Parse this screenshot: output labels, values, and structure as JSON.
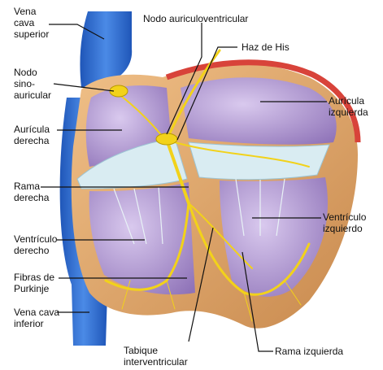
{
  "labels": {
    "vena_cava_superior": [
      "Vena",
      "cava",
      "superior"
    ],
    "nodo_sinoauricular": [
      "Nodo",
      "sino-",
      "auricular"
    ],
    "auricula_derecha": [
      "Aurícula",
      "derecha"
    ],
    "rama_derecha": [
      "Rama",
      "derecha"
    ],
    "ventriculo_derecho": [
      "Ventrículo",
      "derecho"
    ],
    "fibras_purkinje": [
      "Fibras de",
      "Purkinje"
    ],
    "vena_cava_inferior": [
      "Vena cava",
      "inferior"
    ],
    "nodo_auriculoventricular": [
      "Nodo auriculoventricular"
    ],
    "haz_de_his": [
      "Haz de His"
    ],
    "auricula_izquierda": [
      "Aurícula",
      "izquierda"
    ],
    "ventriculo_izquierdo": [
      "Ventrículo",
      "izquierdo"
    ],
    "tabique_interventricular": [
      "Tabique",
      "interventricular"
    ],
    "rama_izquierda": [
      "Rama izquierda"
    ]
  },
  "colors": {
    "vena_cava": "#2f6fd0",
    "myocardium": "#e2a96a",
    "chamber": "#b7a0d6",
    "conduction": "#f2d21a",
    "aorta_edge": "#d8433a",
    "valve": "#d9ecf2",
    "leader_line": "#111111"
  }
}
